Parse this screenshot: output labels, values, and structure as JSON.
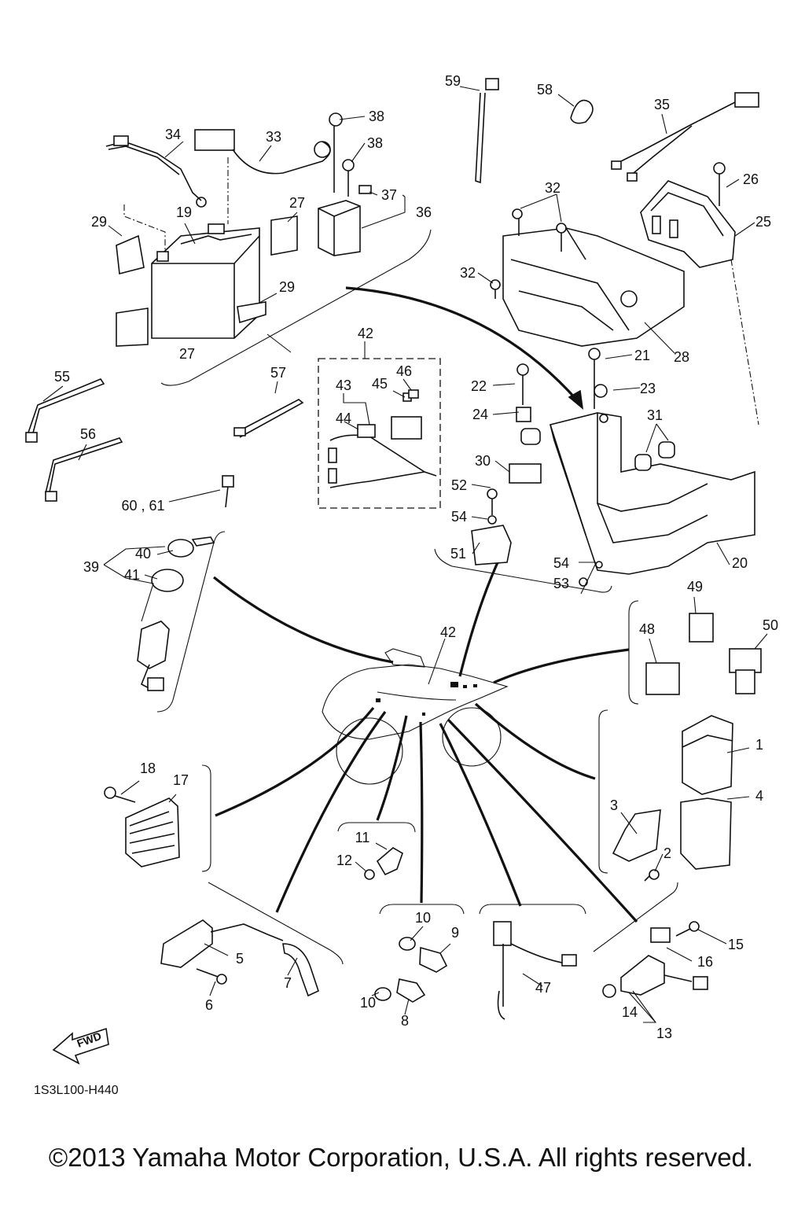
{
  "diagram": {
    "part_code": "1S3L100-H440",
    "copyright": "©2013 Yamaha Motor Corporation, U.S.A. All rights reserved.",
    "direction_label": "FWD",
    "callouts": {
      "c1": "1",
      "c2": "2",
      "c3": "3",
      "c4": "4",
      "c5": "5",
      "c6": "6",
      "c7": "7",
      "c8": "8",
      "c9": "9",
      "c10a": "10",
      "c10b": "10",
      "c11": "11",
      "c12": "12",
      "c13": "13",
      "c14": "14",
      "c15": "15",
      "c16": "16",
      "c17": "17",
      "c18": "18",
      "c19": "19",
      "c20": "20",
      "c21": "21",
      "c22": "22",
      "c23": "23",
      "c24": "24",
      "c25": "25",
      "c26": "26",
      "c27a": "27",
      "c27b": "27",
      "c28": "28",
      "c29a": "29",
      "c29b": "29",
      "c30": "30",
      "c31": "31",
      "c32a": "32",
      "c32b": "32",
      "c33": "33",
      "c34": "34",
      "c35": "35",
      "c36": "36",
      "c37": "37",
      "c38a": "38",
      "c38b": "38",
      "c39": "39",
      "c40": "40",
      "c41": "41",
      "c42a": "42",
      "c42b": "42",
      "c43": "43",
      "c44": "44",
      "c45": "45",
      "c46": "46",
      "c47": "47",
      "c48": "48",
      "c49": "49",
      "c50": "50",
      "c51": "51",
      "c52": "52",
      "c53": "53",
      "c54a": "54",
      "c54b": "54",
      "c55": "55",
      "c56": "56",
      "c57": "57",
      "c58": "58",
      "c59": "59",
      "c60_61": "60 , 61"
    }
  }
}
